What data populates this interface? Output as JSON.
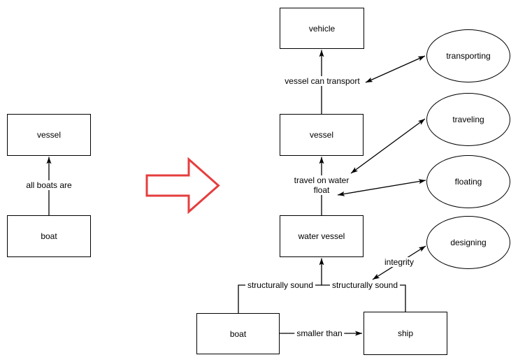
{
  "colors": {
    "shape_stroke": "#000000",
    "shape_fill": "#ffffff",
    "text": "#000000",
    "transform_arrow_stroke": "#e53e3e"
  },
  "before_diagram": {
    "vessel_box": "vessel",
    "boat_box": "boat",
    "edge_label_all_boats_are": "all boats are"
  },
  "transform_arrow": {
    "icon": "right-arrow-icon"
  },
  "after_diagram": {
    "vehicle_box": "vehicle",
    "vessel_box": "vessel",
    "water_vessel_box": "water vessel",
    "boat_box": "boat",
    "ship_box": "ship",
    "transporting_ellipse": "transporting",
    "traveling_ellipse": "traveling",
    "floating_ellipse": "floating",
    "designing_ellipse": "designing",
    "labels": {
      "vessel_can_transport": "vessel can transport",
      "travel_on_water": "travel on water",
      "float": "float",
      "structurally_sound_left": "structurally sound",
      "structurally_sound_right": "structurally sound",
      "integrity": "integrity",
      "smaller_than": "smaller than"
    }
  }
}
